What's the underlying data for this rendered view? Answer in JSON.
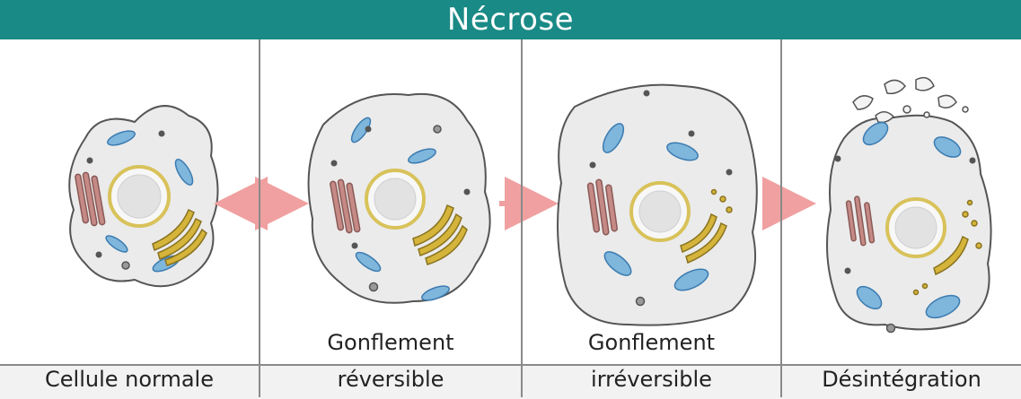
{
  "title": "Nécrose",
  "stages": [
    {
      "line1": "",
      "line2": "Cellule normale"
    },
    {
      "line1": "Gonflement",
      "line2": "réversible"
    },
    {
      "line1": "Gonflement",
      "line2": "irréversible"
    },
    {
      "line1": "",
      "line2": "Désintégration"
    }
  ],
  "colors": {
    "title_bar": "#1a8a86",
    "cytoplasm": "#ebebeb",
    "nucleus_ring": "#d8c25a",
    "mitochondria": "#7fb6dc",
    "endoplasmic_reticulum": "#c58a86",
    "golgi": "#d4b43a",
    "arrow": "#f0a0a0"
  },
  "arrows": [
    {
      "kind": "bidirectional",
      "between": "Cellule normale / Gonflement réversible"
    },
    {
      "kind": "forward",
      "between": "Gonflement réversible / Gonflement irréversible"
    },
    {
      "kind": "forward",
      "between": "Gonflement irréversible / Désintégration"
    }
  ]
}
